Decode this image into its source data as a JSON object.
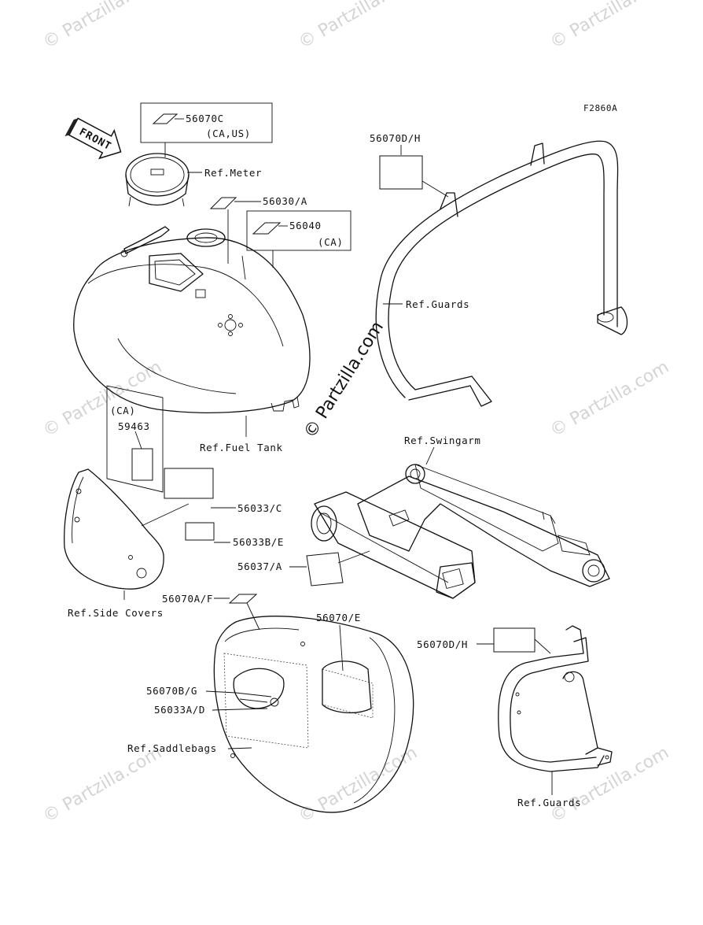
{
  "figure_code": "F2860A",
  "front_arrow": "FRONT",
  "watermark": "© Partzilla.com",
  "center_watermark": "© Partzilla.com",
  "labels": {
    "p56070c": "56070C",
    "p56070c_region": "(CA,US)",
    "ref_meter": "Ref.Meter",
    "p56030a": "56030/A",
    "p56040": "56040",
    "p56040_region": "(CA)",
    "ref_fuel_tank": "Ref.Fuel Tank",
    "p59463_region": "(CA)",
    "p59463": "59463",
    "p56033c": "56033/C",
    "p56033be": "56033B/E",
    "p56037a": "56037/A",
    "ref_side_covers": "Ref.Side Covers",
    "p56070af": "56070A/F",
    "p56070e": "56070/E",
    "p56070bg": "56070B/G",
    "p56033ad": "56033A/D",
    "ref_saddlebags": "Ref.Saddlebags",
    "p56070dh_top": "56070D/H",
    "ref_guards_top": "Ref.Guards",
    "ref_swingarm": "Ref.Swingarm",
    "p56070dh_bottom": "56070D/H",
    "ref_guards_bottom": "Ref.Guards"
  }
}
